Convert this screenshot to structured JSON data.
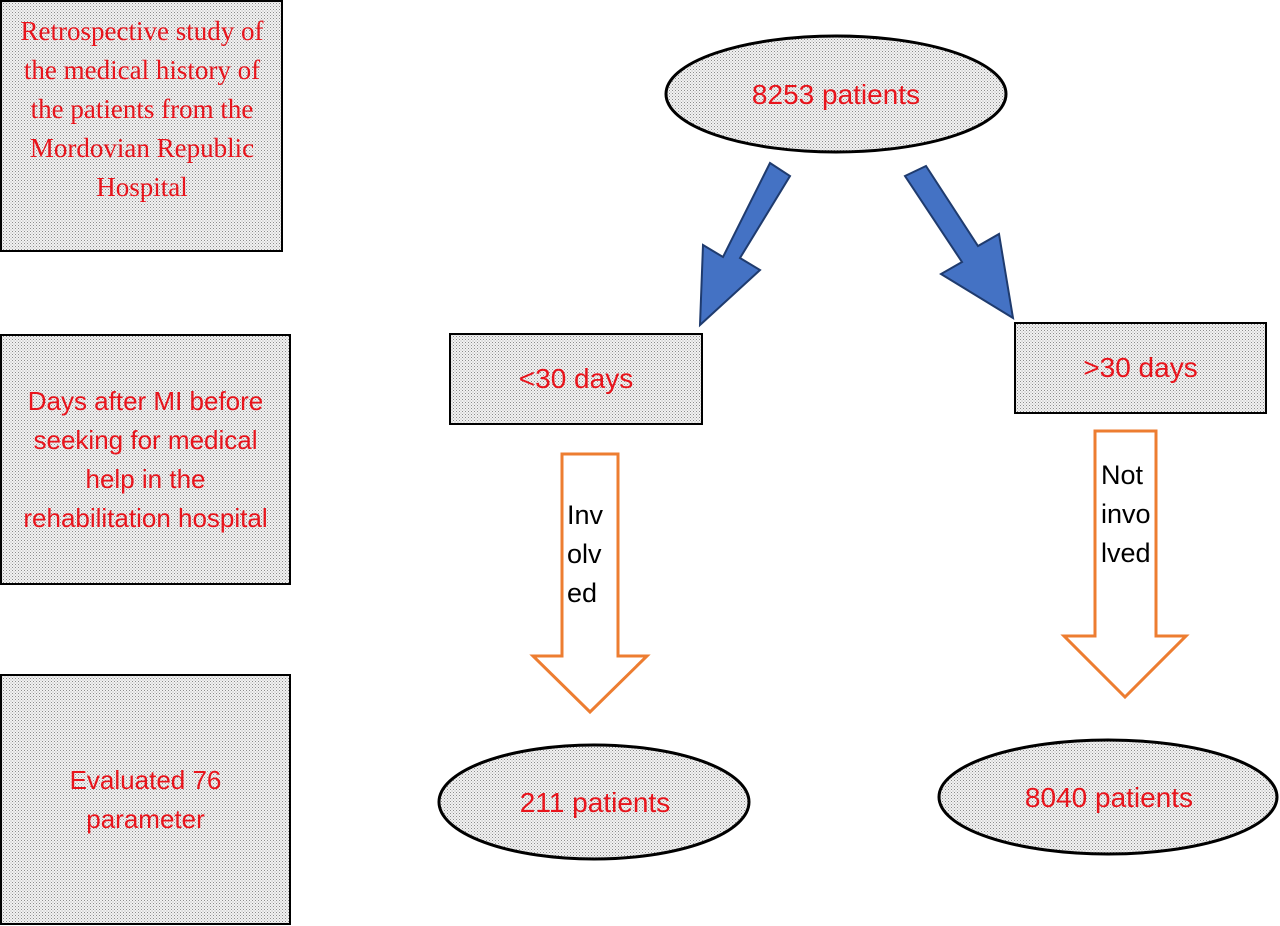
{
  "left_column": {
    "study_box": "Retrospective study of the medical history of the patients from the Mordovian Republic Hospital",
    "days_box": "Days after MI before seeking for medical help in the rehabilitation hospital",
    "evaluated_box": "Evaluated 76 parameter"
  },
  "flow": {
    "total": "8253 patients",
    "under_30": "<30 days",
    "over_30": ">30 days",
    "involved_label": "Involved",
    "not_involved_label": "Not involved",
    "involved_count": "211 patients",
    "not_involved_count": "8040 patients"
  },
  "colors": {
    "text_red": "#e8141c",
    "blue_arrow": "#4472c4",
    "orange_arrow": "#ed7d31",
    "box_fill": "#e8e8e8",
    "outline": "#000000"
  }
}
